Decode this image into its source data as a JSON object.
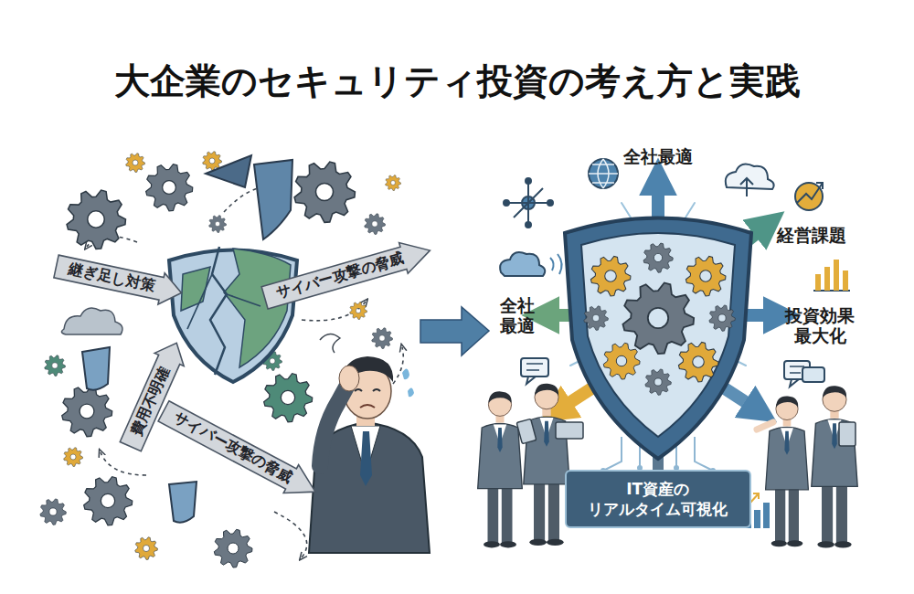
{
  "diagram": {
    "title": "大企業のセキュリティ投資の考え方と実践",
    "nodes": [
      {
        "text": [
          "継ぎ足し対策"
        ]
      },
      {
        "text": [
          "サイバー攻撃の脅威"
        ]
      },
      {
        "text": [
          "費用不明確"
        ]
      },
      {
        "text": [
          "サイバー攻撃の脅威"
        ]
      },
      {
        "text": [
          "IT資産の リアルタイム可視化"
        ]
      }
    ],
    "labels": [
      "全社最適",
      "経営課題",
      "全社最適",
      "投資効果 最大化"
    ]
  }
}
